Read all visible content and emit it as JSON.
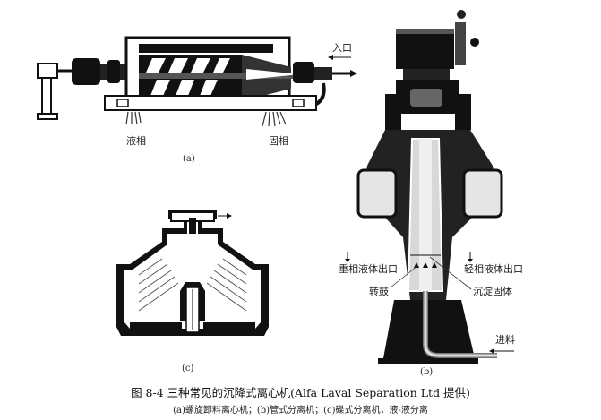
{
  "figure": {
    "caption_title": "图 8-4 三种常见的沉降式离心机(Alfa Laval Separation Ltd 提供)",
    "caption_subtitle": "(a)螺旋卸料离心机；(b)管式分离机；(c)碟式分离机，液-液分离"
  },
  "panel_a": {
    "tag": "(a)",
    "labels": {
      "inlet": "入口",
      "liquid_phase": "液相",
      "solid_phase": "固相"
    }
  },
  "panel_b": {
    "tag": "(b)",
    "labels": {
      "heavy_outlet": "重相液体出口",
      "light_outlet": "轻相液体出口",
      "bowl": "转鼓",
      "sediment": "沉淀固体",
      "feed": "进料"
    }
  },
  "panel_c": {
    "tag": "(c)"
  },
  "colors": {
    "ink": "#111111",
    "background": "#ffffff",
    "mid_gray": "#6a6a6a",
    "light_gray": "#cfcfcf"
  }
}
